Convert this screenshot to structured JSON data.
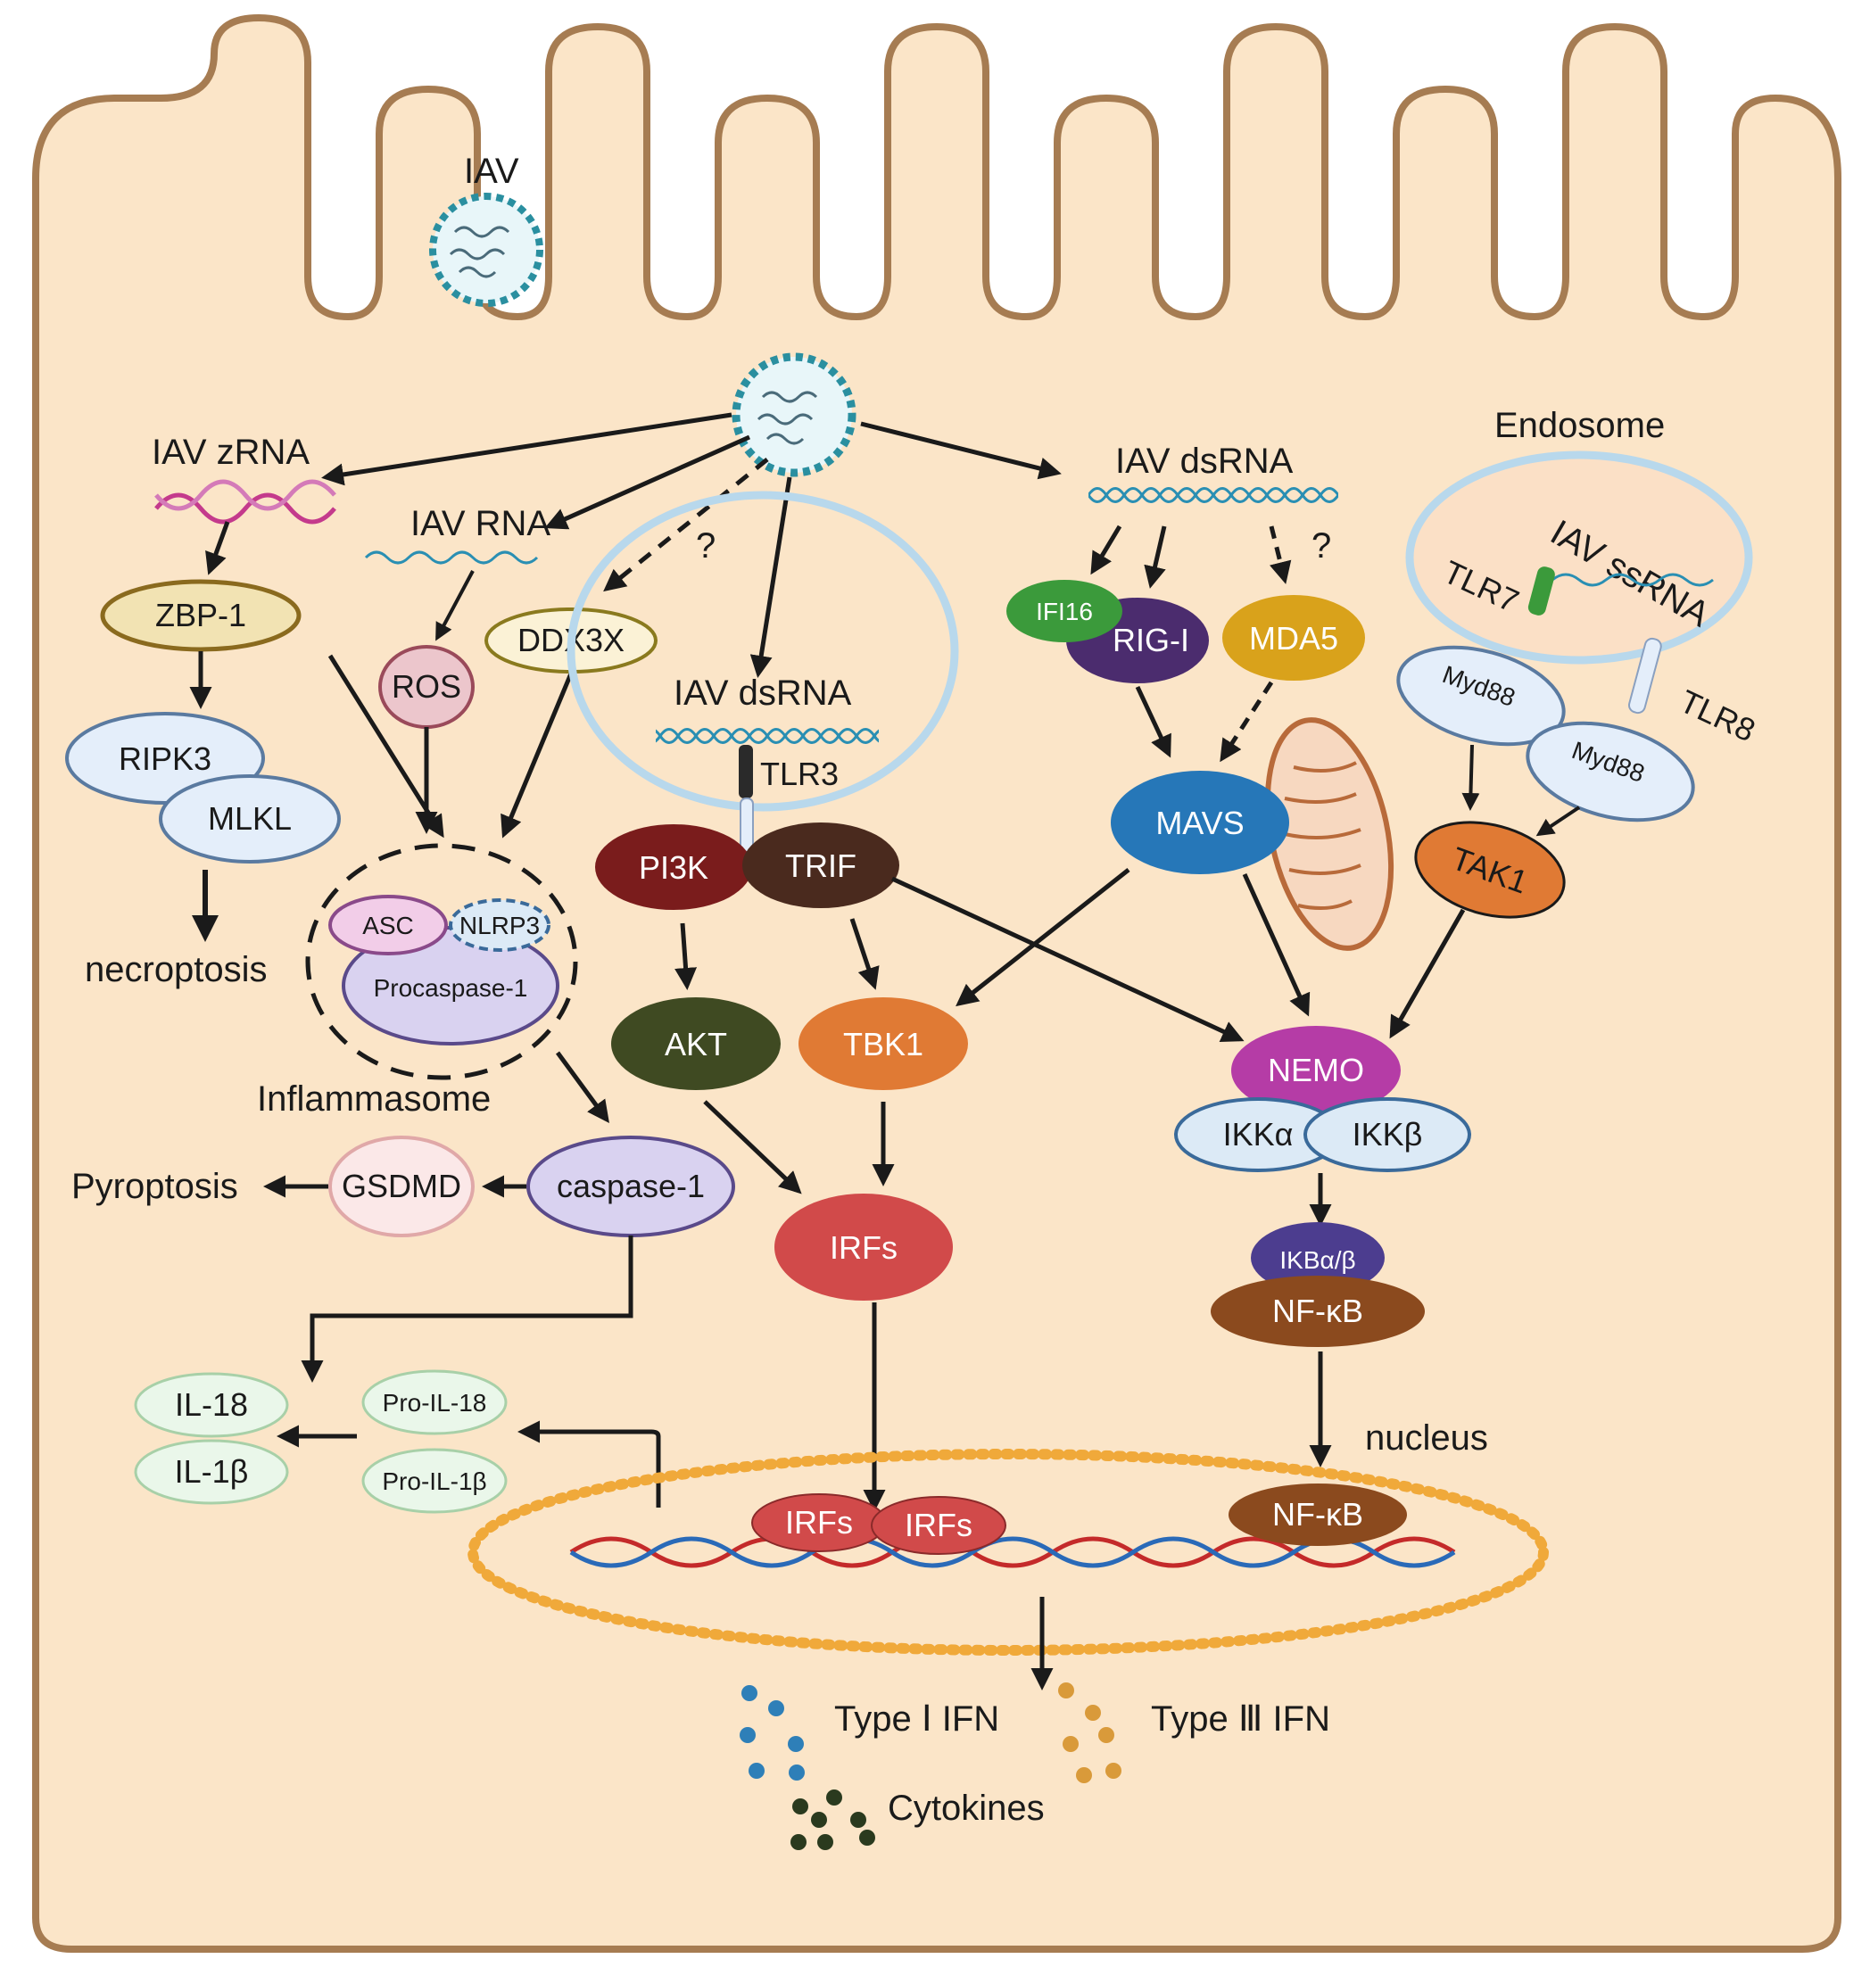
{
  "labels": {
    "iav_top": "IAV",
    "iav_zrna": "IAV zRNA",
    "iav_rna": "IAV RNA",
    "q1": "?",
    "iav_dsrna_left": "IAV dsRNA",
    "iav_dsrna_right": "IAV dsRNA",
    "q2": "?",
    "endosome": "Endosome",
    "iav_ssrna": "IAV ssRNA",
    "necroptosis": "necroptosis",
    "inflammasome": "Inflammasome",
    "pyroptosis": "Pyroptosis",
    "nucleus": "nucleus",
    "type1_ifn": "Type  Ⅰ IFN",
    "type3_ifn": "Type  Ⅲ IFN",
    "cytokines": "Cytokines"
  },
  "nodes": {
    "zbp1": "ZBP-1",
    "ripk3": "RIPK3",
    "mlkl": "MLKL",
    "ros": "ROS",
    "ddx3x": "DDX3X",
    "asc": "ASC",
    "nlrp3": "NLRP3",
    "procaspase1": "Procaspase-1",
    "caspase1": "caspase-1",
    "gsdmd": "GSDMD",
    "il18": "IL-18",
    "il1b": "IL-1β",
    "pro_il18": "Pro-IL-18",
    "pro_il1b": "Pro-IL-1β",
    "tlr3": "TLR3",
    "pi3k": "PI3K",
    "trif": "TRIF",
    "akt": "AKT",
    "tbk1": "TBK1",
    "irfs": "IRFs",
    "irfs_n1": "IRFs",
    "irfs_n2": "IRFs",
    "ifi16": "IFI16",
    "rigi": "RIG-I",
    "mda5": "MDA5",
    "mavs": "MAVS",
    "tlr7": "TLR7",
    "tlr8": "TLR8",
    "myd88_1": "Myd88",
    "myd88_2": "Myd88",
    "tak1": "TAK1",
    "nemo": "NEMO",
    "ikka": "IKKα",
    "ikkb": "IKKβ",
    "ikba": "IKBα/β",
    "nfkb": "NF-κB",
    "nfkb_nuc": "NF-κB"
  },
  "colors": {
    "cytoplasm": "#fbe5c8",
    "membrane": "#a67c52",
    "pi3k": "#7a1c1c",
    "trif": "#4a2a1e",
    "akt": "#3f4a22",
    "tbk1": "#e07a34",
    "irfs": "#d14a4a",
    "rigi": "#4b2c6e",
    "ifi16": "#3b9a3b",
    "mda5": "#d9a21b",
    "mavs": "#2677b8",
    "tak1": "#e07a34",
    "nemo": "#b53ca6",
    "ikba": "#4c3d8f",
    "nfkb": "#8b4a1e"
  }
}
